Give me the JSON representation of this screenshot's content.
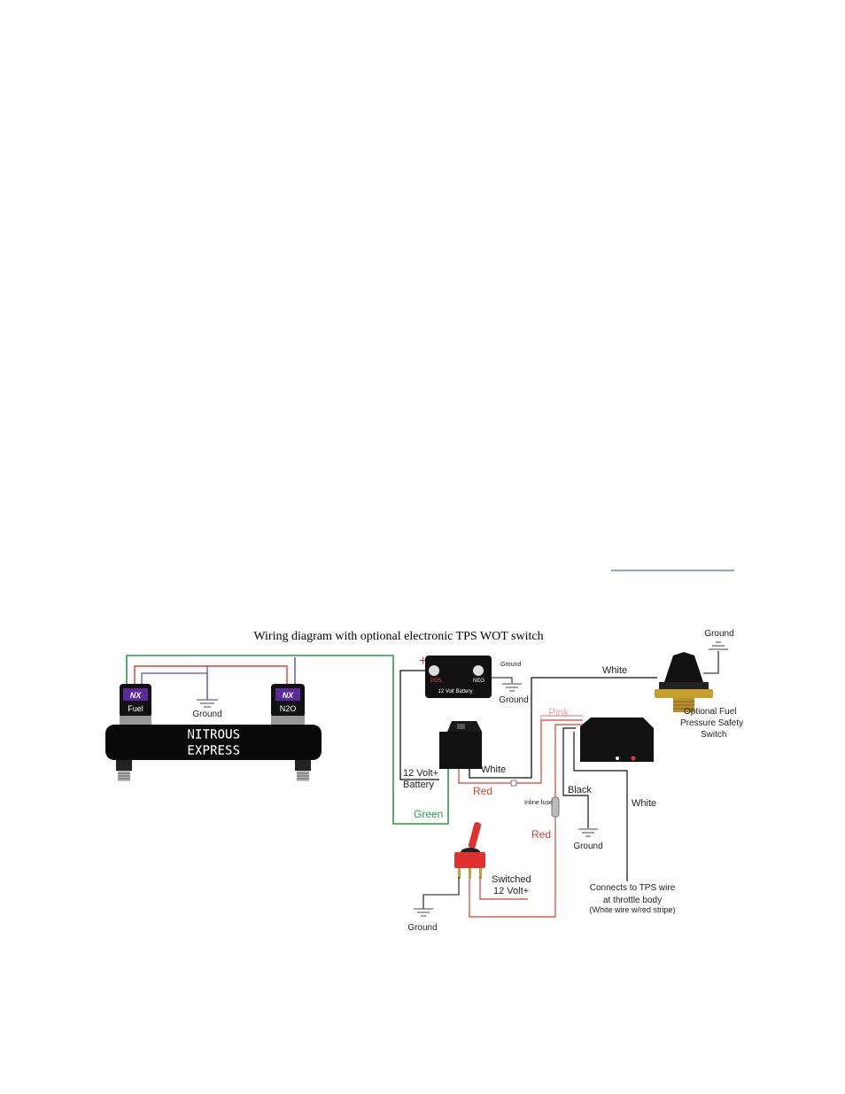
{
  "link": {
    "text": ""
  },
  "diagram": {
    "title": "Wiring diagram with optional electronic TPS WOT switch",
    "manifold": {
      "logo_line1": "NITROUS",
      "logo_line2": "EXPRESS"
    },
    "solenoids": {
      "fuel_label": "Fuel",
      "n2o_label": "N2O",
      "badge_text": "NX"
    },
    "left_ground_label": "Ground",
    "battery": {
      "pos_label": "POS",
      "neg_label": "NEG",
      "name": "12 Volt Battery",
      "plus": "+",
      "ground_small": "Ground",
      "ground_label": "Ground"
    },
    "relay": {
      "label_line1": "12 Volt+",
      "label_line2": "Battery"
    },
    "wires": {
      "white_top": "White",
      "white_relay": "White",
      "pink": "Pink",
      "red_relay": "Red",
      "green": "Green",
      "black": "Black",
      "white_tps": "White",
      "red_fuse": "Red"
    },
    "pressure_switch": {
      "ground_label": "Ground",
      "line1": "Optional Fuel",
      "line2": "Pressure Safety",
      "line3": "Switch"
    },
    "inline_fuse_label": "Inline fuse",
    "wot_ground_label": "Ground",
    "toggle": {
      "switched_line1": "Switched",
      "switched_line2": "12 Volt+",
      "ground_label": "Ground"
    },
    "tps": {
      "line1": "Connects to TPS wire",
      "line2": "at throttle body",
      "line3": "(White wire w/red stripe)"
    },
    "colors": {
      "green": "#2a9a4a",
      "red": "#d64030",
      "pink": "#f0a0a0",
      "purple": "#5a4aa8",
      "black": "#111111",
      "brass": "#c8a030"
    }
  }
}
